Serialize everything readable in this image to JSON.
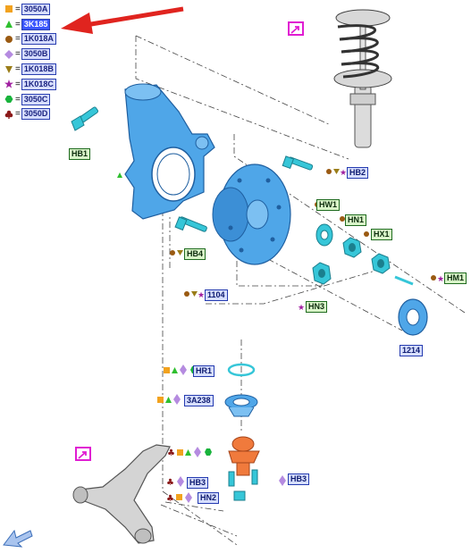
{
  "legend": [
    {
      "code": "3050A",
      "symbol": "square",
      "color": "#f2a21e",
      "highlighted": false
    },
    {
      "code": "3K185",
      "symbol": "triangle",
      "color": "#2fbf2f",
      "highlighted": true
    },
    {
      "code": "1K018A",
      "symbol": "circle",
      "color": "#9a5a12",
      "highlighted": false
    },
    {
      "code": "3050B",
      "symbol": "diamond",
      "color": "#b58be0",
      "highlighted": false
    },
    {
      "code": "1K018B",
      "symbol": "down-triangle",
      "color": "#9a7d18",
      "highlighted": false
    },
    {
      "code": "1K018C",
      "symbol": "star",
      "color": "#a020a0",
      "highlighted": false
    },
    {
      "code": "3050C",
      "symbol": "hexagon",
      "color": "#19b33c",
      "highlighted": false
    },
    {
      "code": "3050D",
      "symbol": "club",
      "color": "#8b1a1a",
      "highlighted": false
    }
  ],
  "labels": {
    "hb1": "HB1",
    "hb2": "HB2",
    "hb4": "HB4",
    "l1104": "1104",
    "hw1": "HW1",
    "hn1": "HN1",
    "hx1": "HX1",
    "hm1": "HM1",
    "hn3": "HN3",
    "l1214": "1214",
    "hr1": "HR1",
    "l3a238": "3A238",
    "hb3_right": "HB3",
    "hb3_left": "HB3",
    "hn2": "HN2"
  },
  "colors": {
    "part_blue": "#4fa6e8",
    "part_dark": "#2a6fb5",
    "part_teal": "#36c6d8",
    "ball_joint": "#f07a3c",
    "arrow_red": "#e0241f",
    "magenta": "#e01cd2"
  },
  "icons": {
    "pointer_arrow": "red-arrow-icon",
    "nav": "back-arrow-icon",
    "edit": "edit-link-icon"
  }
}
